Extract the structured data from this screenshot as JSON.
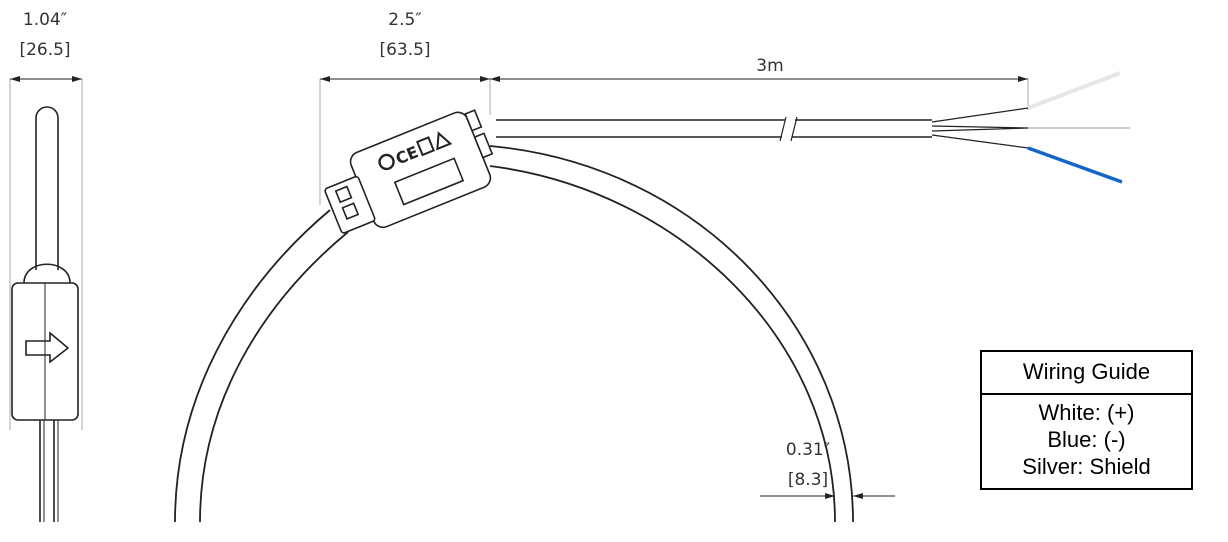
{
  "dimensions": {
    "side_width_in": "1.04″",
    "side_width_mm": "[26.5]",
    "connector_len_in": "2.5″",
    "connector_len_mm": "[63.5]",
    "cable_len": "3m",
    "coil_thick_in": "0.31″",
    "coil_thick_mm": "[8.3]"
  },
  "wiring_guide": {
    "title": "Wiring Guide",
    "rows": [
      "White: (+)",
      "Blue: (-)",
      "Silver: Shield"
    ]
  },
  "colors": {
    "white_wire": "#e6e6e6",
    "blue_wire": "#1565c8",
    "silver_wire": "#999999",
    "line": "#222222"
  }
}
